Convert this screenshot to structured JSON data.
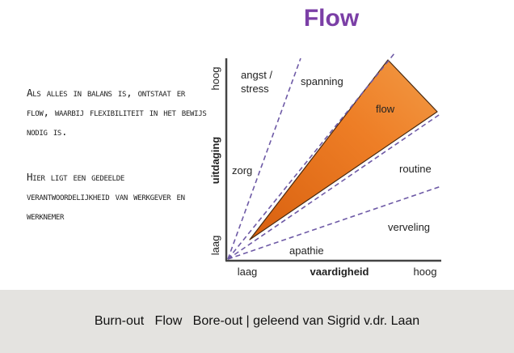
{
  "title": "Flow",
  "side_paragraphs": [
    "Als alles in balans is, ontstaat er flow, waarbij flexibiliteit in het bewijs nodig is.",
    "Hier ligt een gedeelde verantwoordelijkheid van werkgever en werknemer"
  ],
  "diagram": {
    "y_axis_label": "uitdaging",
    "y_high": "hoog",
    "y_low": "laag",
    "x_axis_label": "vaardigheid",
    "x_low": "laag",
    "x_high": "hoog",
    "zones": {
      "angst_line1": "angst /",
      "angst_line2": "stress",
      "spanning": "spanning",
      "flow": "flow",
      "zorg": "zorg",
      "routine": "routine",
      "verveling": "verveling",
      "apathie": "apathie"
    },
    "colors": {
      "flow_fill": "#e8731c",
      "dashed_lines": "#6e5aa6",
      "title": "#7b3fa6"
    }
  },
  "footer": {
    "items": [
      "Burn-out",
      "Flow",
      "Bore-out | geleend van Sigrid v.dr. Laan"
    ]
  }
}
